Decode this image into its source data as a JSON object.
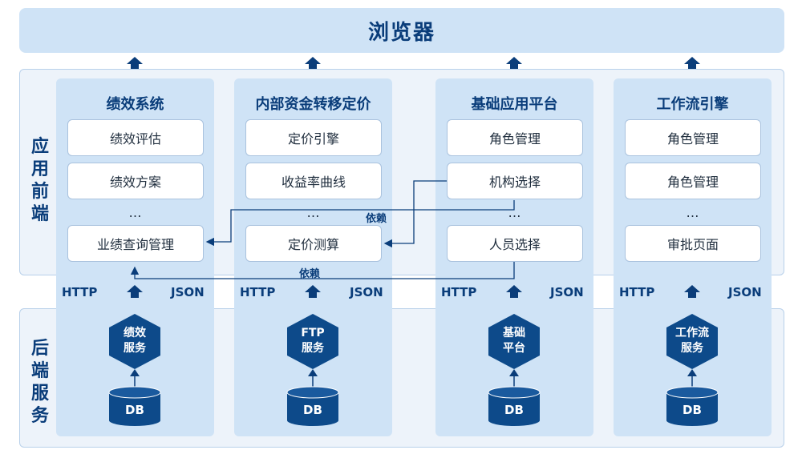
{
  "browser": {
    "label": "浏览器"
  },
  "side_labels": {
    "front": "应用前端",
    "back": "后端服务"
  },
  "columns": [
    {
      "title": "绩效系统",
      "boxes": [
        "绩效评估",
        "绩效方案",
        "业绩查询管理"
      ],
      "service": [
        "绩效",
        "服务"
      ]
    },
    {
      "title": "内部资金转移定价",
      "boxes": [
        "定价引擎",
        "收益率曲线",
        "定价测算"
      ],
      "service": [
        "FTP",
        "服务"
      ]
    },
    {
      "title": "基础应用平台",
      "boxes": [
        "角色管理",
        "机构选择",
        "人员选择"
      ],
      "service": [
        "基础",
        "平台"
      ]
    },
    {
      "title": "工作流引擎",
      "boxes": [
        "角色管理",
        "角色管理",
        "审批页面"
      ],
      "service": [
        "工作流",
        "服务"
      ]
    }
  ],
  "ellipsis": "…",
  "protocols": {
    "left": "HTTP",
    "right": "JSON"
  },
  "dependency_label": "依赖",
  "db_label": "DB",
  "colors": {
    "dark_blue": "#0a3d7a",
    "light_blue": "#cfe3f6",
    "band": "#edf3fa"
  }
}
